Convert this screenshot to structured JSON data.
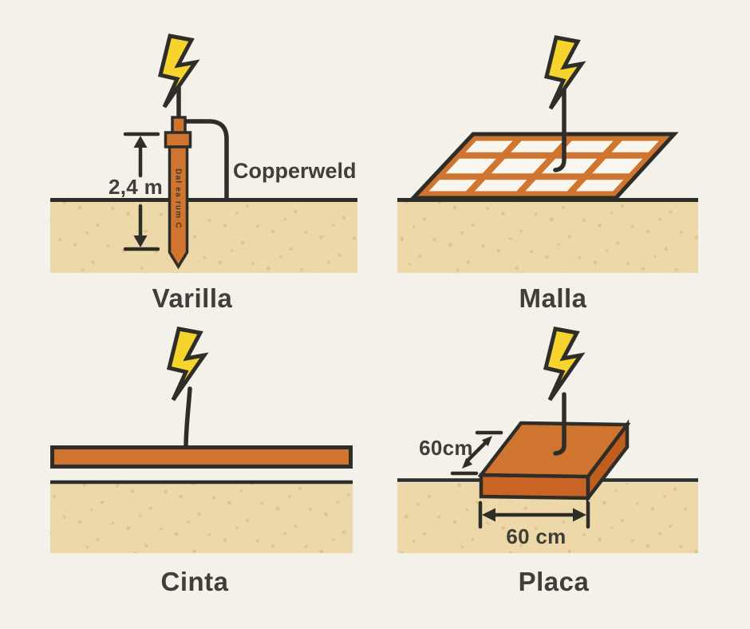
{
  "colors": {
    "background": "#f3f1e9",
    "outline": "#2e2d28",
    "copper": "#d0752f",
    "copper_front": "#c96425",
    "copper_side": "#c05e20",
    "bolt_yellow": "#f6d32d",
    "soil": "#edd8a9",
    "soil_speckle": "#e4c28f",
    "mesh_cell": "#f8f6ef",
    "text": "#3f3e39"
  },
  "panels": {
    "varilla": {
      "label": "Varilla",
      "dimension_label": "2,4 m",
      "wire_label": "Copperweld",
      "rod_marking": "Dal ea rum C"
    },
    "malla": {
      "label": "Malla"
    },
    "cinta": {
      "label": "Cinta"
    },
    "placa": {
      "label": "Placa",
      "height_label": "60cm",
      "width_label": "60 cm"
    }
  },
  "icons": {
    "lightning_bolt": "lightning-bolt-icon"
  }
}
